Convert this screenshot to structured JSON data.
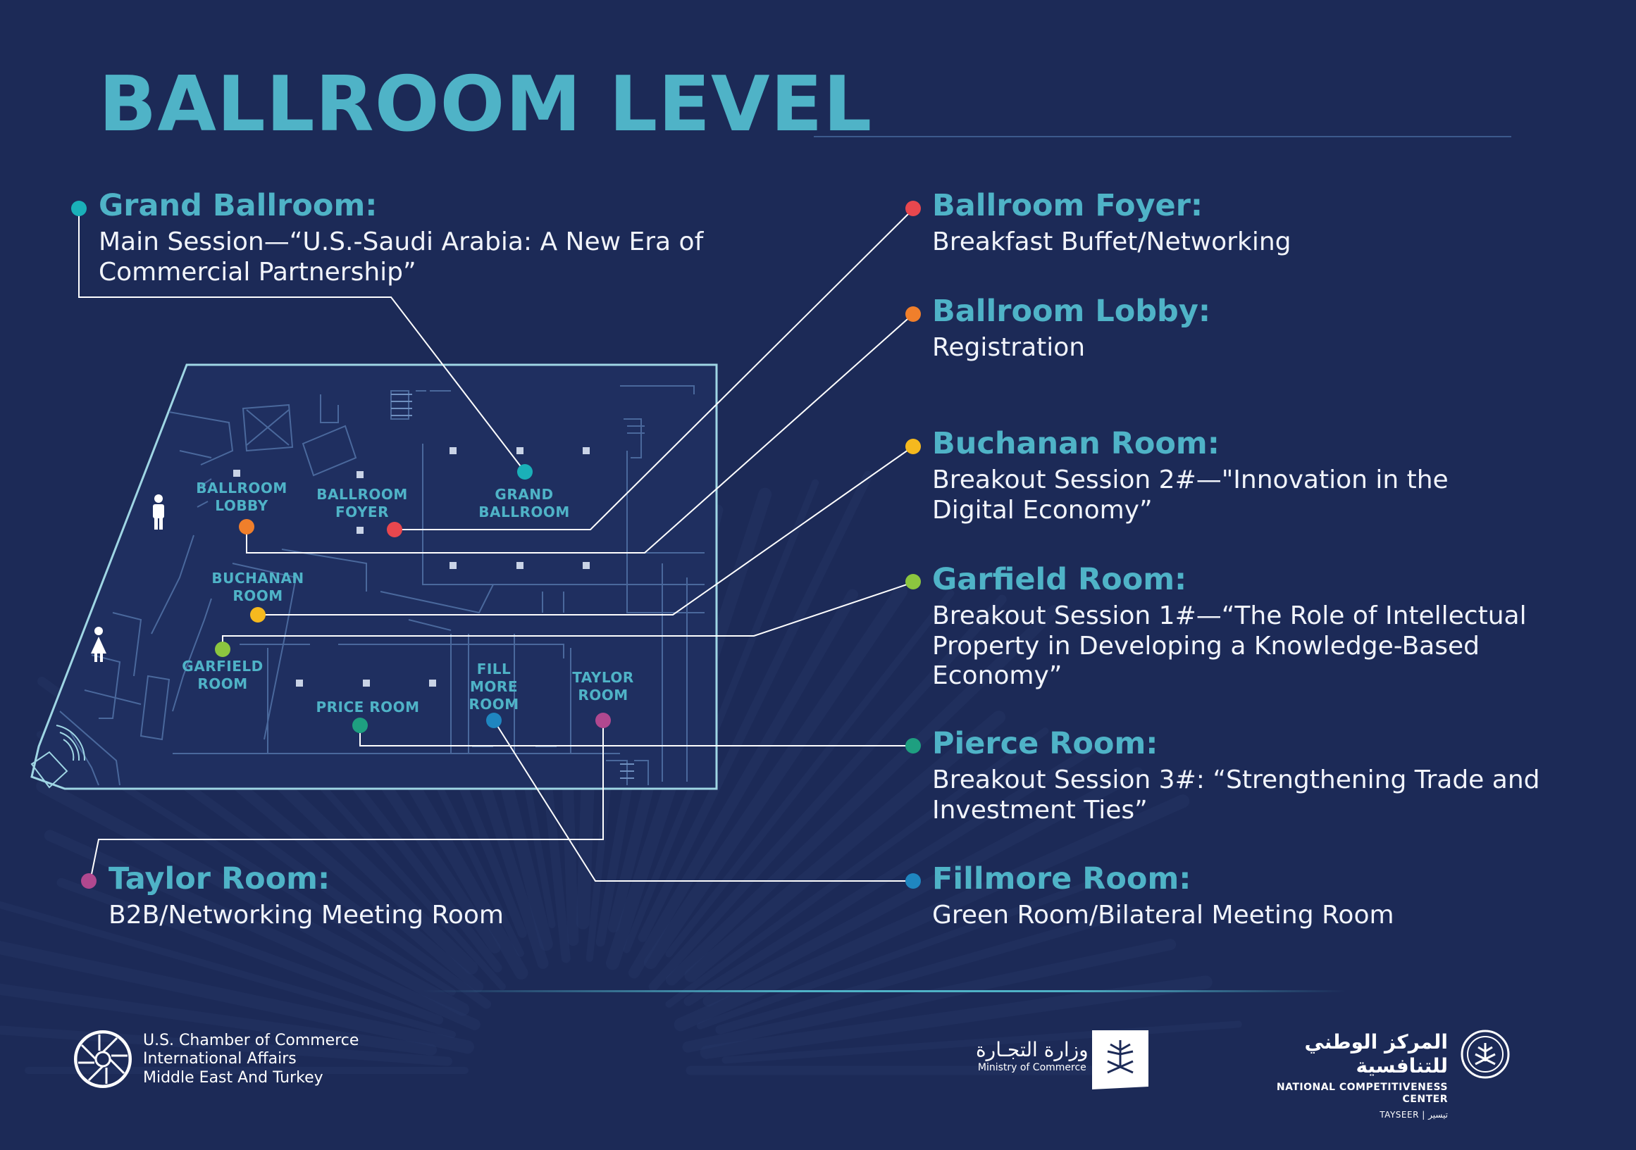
{
  "title": "BALLROOM LEVEL",
  "colors": {
    "background": "#1c2a57",
    "accent": "#4fb3c7",
    "grand_ballroom": "#1ab0b8",
    "ballroom_foyer": "#e8474e",
    "ballroom_lobby": "#f07f2b",
    "buchanan_room": "#f5b91e",
    "garfield_room": "#8cc63f",
    "pierce_room": "#1e9f80",
    "fillmore_room": "#1f86c0",
    "taylor_room": "#b0488f"
  },
  "callouts": {
    "grand_ballroom": {
      "heading": "Grand Ballroom:",
      "desc": "Main Session—“U.S.-Saudi Arabia: A New Era of Commercial Partnership”"
    },
    "ballroom_foyer": {
      "heading": "Ballroom Foyer:",
      "desc": "Breakfast Buffet/Networking"
    },
    "ballroom_lobby": {
      "heading": "Ballroom Lobby:",
      "desc": "Registration"
    },
    "buchanan_room": {
      "heading": "Buchanan Room:",
      "desc": "Breakout Session 2#—\"Innovation in the Digital Economy”"
    },
    "garfield_room": {
      "heading": "Garfield Room:",
      "desc": "Breakout Session 1#—“The Role of Intellectual Property in Developing a Knowledge-Based Economy”"
    },
    "pierce_room": {
      "heading": "Pierce Room:",
      "desc": "Breakout Session 3#: “Strengthening Trade and Investment Ties”"
    },
    "taylor_room": {
      "heading": "Taylor Room:",
      "desc": "B2B/Networking Meeting Room"
    },
    "fillmore_room": {
      "heading": "Fillmore Room:",
      "desc": "Green Room/Bilateral Meeting Room"
    }
  },
  "map_labels": {
    "ballroom_lobby": "BALLROOM\nLOBBY",
    "ballroom_foyer": "BALLROOM\nFOYER",
    "grand_ballroom": "GRAND\nBALLROOM",
    "buchanan_room": "BUCHANAN\nROOM",
    "garfield_room": "GARFIELD\nROOM",
    "price_room": "PRICE ROOM",
    "fill_more_room": "FILL\nMORE\nROOM",
    "taylor_room": "TAYLOR\nROOM"
  },
  "icons": {
    "restroom_men": "male-restroom-icon",
    "restroom_women": "female-restroom-icon"
  },
  "footer": {
    "uscc_line1": "U.S. Chamber of Commerce",
    "uscc_line2": "International Affairs",
    "uscc_line3": "Middle East And Turkey",
    "moc_arabic": "وزارة التجـارة",
    "moc_english": "Ministry of Commerce",
    "ncc_arabic": "المركز الوطني للتنافسية",
    "ncc_english": "NATIONAL COMPETITIVENESS CENTER",
    "ncc_tayseer": "TAYSEER | تيسير"
  }
}
